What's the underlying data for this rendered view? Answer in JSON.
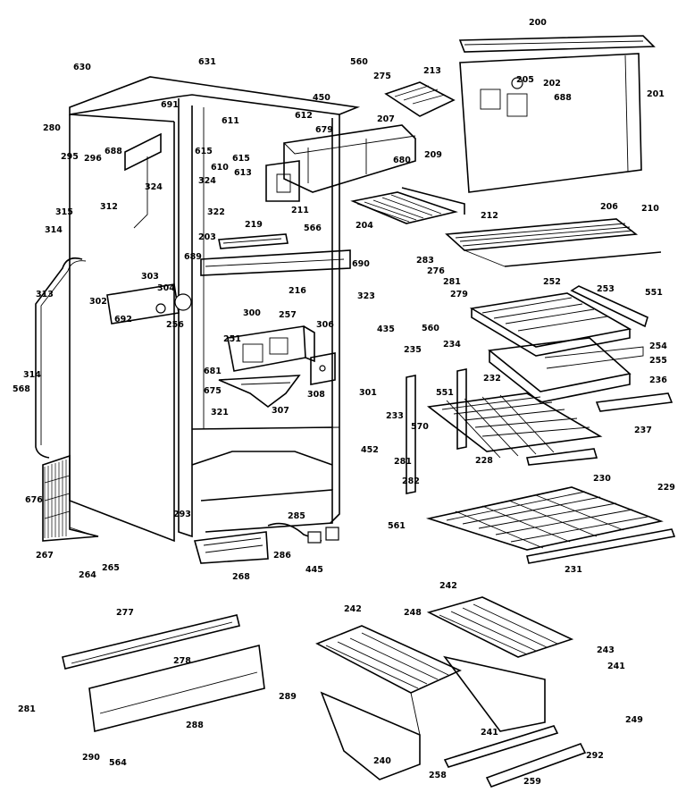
{
  "labels": [
    {
      "id": "200",
      "t": "200"
    },
    {
      "id": "201",
      "t": "201"
    },
    {
      "id": "202",
      "t": "202"
    },
    {
      "id": "203",
      "t": "203"
    },
    {
      "id": "204",
      "t": "204"
    },
    {
      "id": "205",
      "t": "205"
    },
    {
      "id": "206",
      "t": "206"
    },
    {
      "id": "207",
      "t": "207"
    },
    {
      "id": "209",
      "t": "209"
    },
    {
      "id": "210",
      "t": "210"
    },
    {
      "id": "211",
      "t": "211"
    },
    {
      "id": "212",
      "t": "212"
    },
    {
      "id": "213",
      "t": "213"
    },
    {
      "id": "216",
      "t": "216"
    },
    {
      "id": "219",
      "t": "219"
    },
    {
      "id": "228",
      "t": "228"
    },
    {
      "id": "229",
      "t": "229"
    },
    {
      "id": "230",
      "t": "230"
    },
    {
      "id": "231",
      "t": "231"
    },
    {
      "id": "232",
      "t": "232"
    },
    {
      "id": "233",
      "t": "233"
    },
    {
      "id": "234",
      "t": "234"
    },
    {
      "id": "235",
      "t": "235"
    },
    {
      "id": "236",
      "t": "236"
    },
    {
      "id": "237",
      "t": "237"
    },
    {
      "id": "240",
      "t": "240"
    },
    {
      "id": "241a",
      "t": "241"
    },
    {
      "id": "241b",
      "t": "241"
    },
    {
      "id": "242a",
      "t": "242"
    },
    {
      "id": "242b",
      "t": "242"
    },
    {
      "id": "243",
      "t": "243"
    },
    {
      "id": "248",
      "t": "248"
    },
    {
      "id": "249",
      "t": "249"
    },
    {
      "id": "251",
      "t": "251"
    },
    {
      "id": "252",
      "t": "252"
    },
    {
      "id": "253",
      "t": "253"
    },
    {
      "id": "254",
      "t": "254"
    },
    {
      "id": "255",
      "t": "255"
    },
    {
      "id": "256",
      "t": "256"
    },
    {
      "id": "257",
      "t": "257"
    },
    {
      "id": "258",
      "t": "258"
    },
    {
      "id": "259",
      "t": "259"
    },
    {
      "id": "264",
      "t": "264"
    },
    {
      "id": "265",
      "t": "265"
    },
    {
      "id": "267",
      "t": "267"
    },
    {
      "id": "268",
      "t": "268"
    },
    {
      "id": "275",
      "t": "275"
    },
    {
      "id": "276",
      "t": "276"
    },
    {
      "id": "277",
      "t": "277"
    },
    {
      "id": "278",
      "t": "278"
    },
    {
      "id": "279",
      "t": "279"
    },
    {
      "id": "280",
      "t": "280"
    },
    {
      "id": "281a",
      "t": "281"
    },
    {
      "id": "281b",
      "t": "281"
    },
    {
      "id": "281c",
      "t": "281"
    },
    {
      "id": "282",
      "t": "282"
    },
    {
      "id": "283",
      "t": "283"
    },
    {
      "id": "285",
      "t": "285"
    },
    {
      "id": "286",
      "t": "286"
    },
    {
      "id": "288",
      "t": "288"
    },
    {
      "id": "289",
      "t": "289"
    },
    {
      "id": "290",
      "t": "290"
    },
    {
      "id": "292",
      "t": "292"
    },
    {
      "id": "293",
      "t": "293"
    },
    {
      "id": "295",
      "t": "295"
    },
    {
      "id": "296",
      "t": "296"
    },
    {
      "id": "300",
      "t": "300"
    },
    {
      "id": "301",
      "t": "301"
    },
    {
      "id": "302",
      "t": "302"
    },
    {
      "id": "303",
      "t": "303"
    },
    {
      "id": "304",
      "t": "304"
    },
    {
      "id": "306",
      "t": "306"
    },
    {
      "id": "307",
      "t": "307"
    },
    {
      "id": "308",
      "t": "308"
    },
    {
      "id": "312",
      "t": "312"
    },
    {
      "id": "313",
      "t": "313"
    },
    {
      "id": "314a",
      "t": "314"
    },
    {
      "id": "314b",
      "t": "314"
    },
    {
      "id": "315",
      "t": "315"
    },
    {
      "id": "321",
      "t": "321"
    },
    {
      "id": "322",
      "t": "322"
    },
    {
      "id": "323",
      "t": "323"
    },
    {
      "id": "324a",
      "t": "324"
    },
    {
      "id": "324b",
      "t": "324"
    },
    {
      "id": "435",
      "t": "435"
    },
    {
      "id": "445",
      "t": "445"
    },
    {
      "id": "450",
      "t": "450"
    },
    {
      "id": "452",
      "t": "452"
    },
    {
      "id": "551a",
      "t": "551"
    },
    {
      "id": "551b",
      "t": "551"
    },
    {
      "id": "560a",
      "t": "560"
    },
    {
      "id": "560b",
      "t": "560"
    },
    {
      "id": "561",
      "t": "561"
    },
    {
      "id": "564",
      "t": "564"
    },
    {
      "id": "566",
      "t": "566"
    },
    {
      "id": "568",
      "t": "568"
    },
    {
      "id": "570",
      "t": "570"
    },
    {
      "id": "610",
      "t": "610"
    },
    {
      "id": "611",
      "t": "611"
    },
    {
      "id": "612",
      "t": "612"
    },
    {
      "id": "613",
      "t": "613"
    },
    {
      "id": "615a",
      "t": "615"
    },
    {
      "id": "615b",
      "t": "615"
    },
    {
      "id": "630",
      "t": "630"
    },
    {
      "id": "631",
      "t": "631"
    },
    {
      "id": "675",
      "t": "675"
    },
    {
      "id": "676",
      "t": "676"
    },
    {
      "id": "679",
      "t": "679"
    },
    {
      "id": "680",
      "t": "680"
    },
    {
      "id": "681",
      "t": "681"
    },
    {
      "id": "688a",
      "t": "688"
    },
    {
      "id": "688b",
      "t": "688"
    },
    {
      "id": "689",
      "t": "689"
    },
    {
      "id": "690",
      "t": "690"
    },
    {
      "id": "691",
      "t": "691"
    },
    {
      "id": "692",
      "t": "692"
    }
  ]
}
